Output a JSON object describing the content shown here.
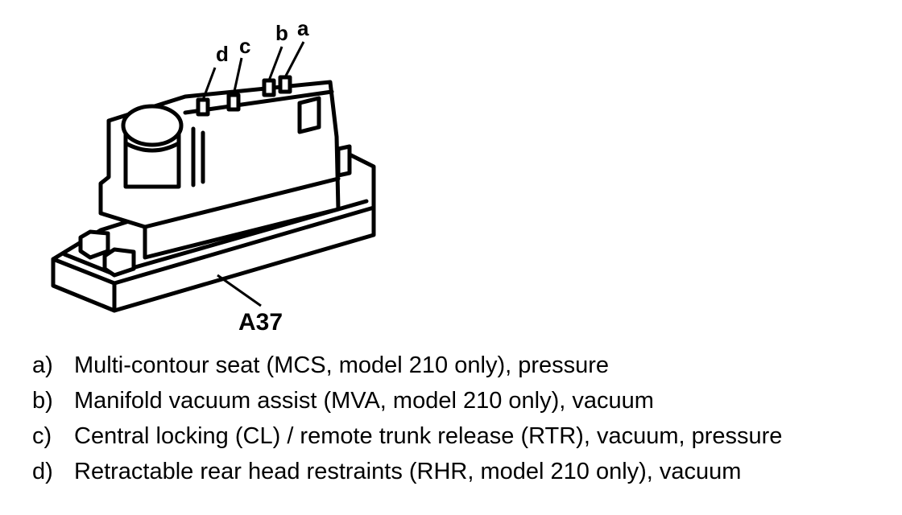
{
  "diagram": {
    "component_label": "A37",
    "port_labels": [
      "d",
      "c",
      "b",
      "a"
    ]
  },
  "legend": [
    {
      "key": "a)",
      "text": "Multi-contour seat (MCS, model 210 only), pressure"
    },
    {
      "key": "b)",
      "text": "Manifold vacuum assist (MVA, model 210 only), vacuum"
    },
    {
      "key": "c)",
      "text": "Central locking (CL) / remote trunk release (RTR), vacuum, pressure"
    },
    {
      "key": "d)",
      "text": "Retractable rear head restraints (RHR, model 210 only), vacuum"
    }
  ]
}
